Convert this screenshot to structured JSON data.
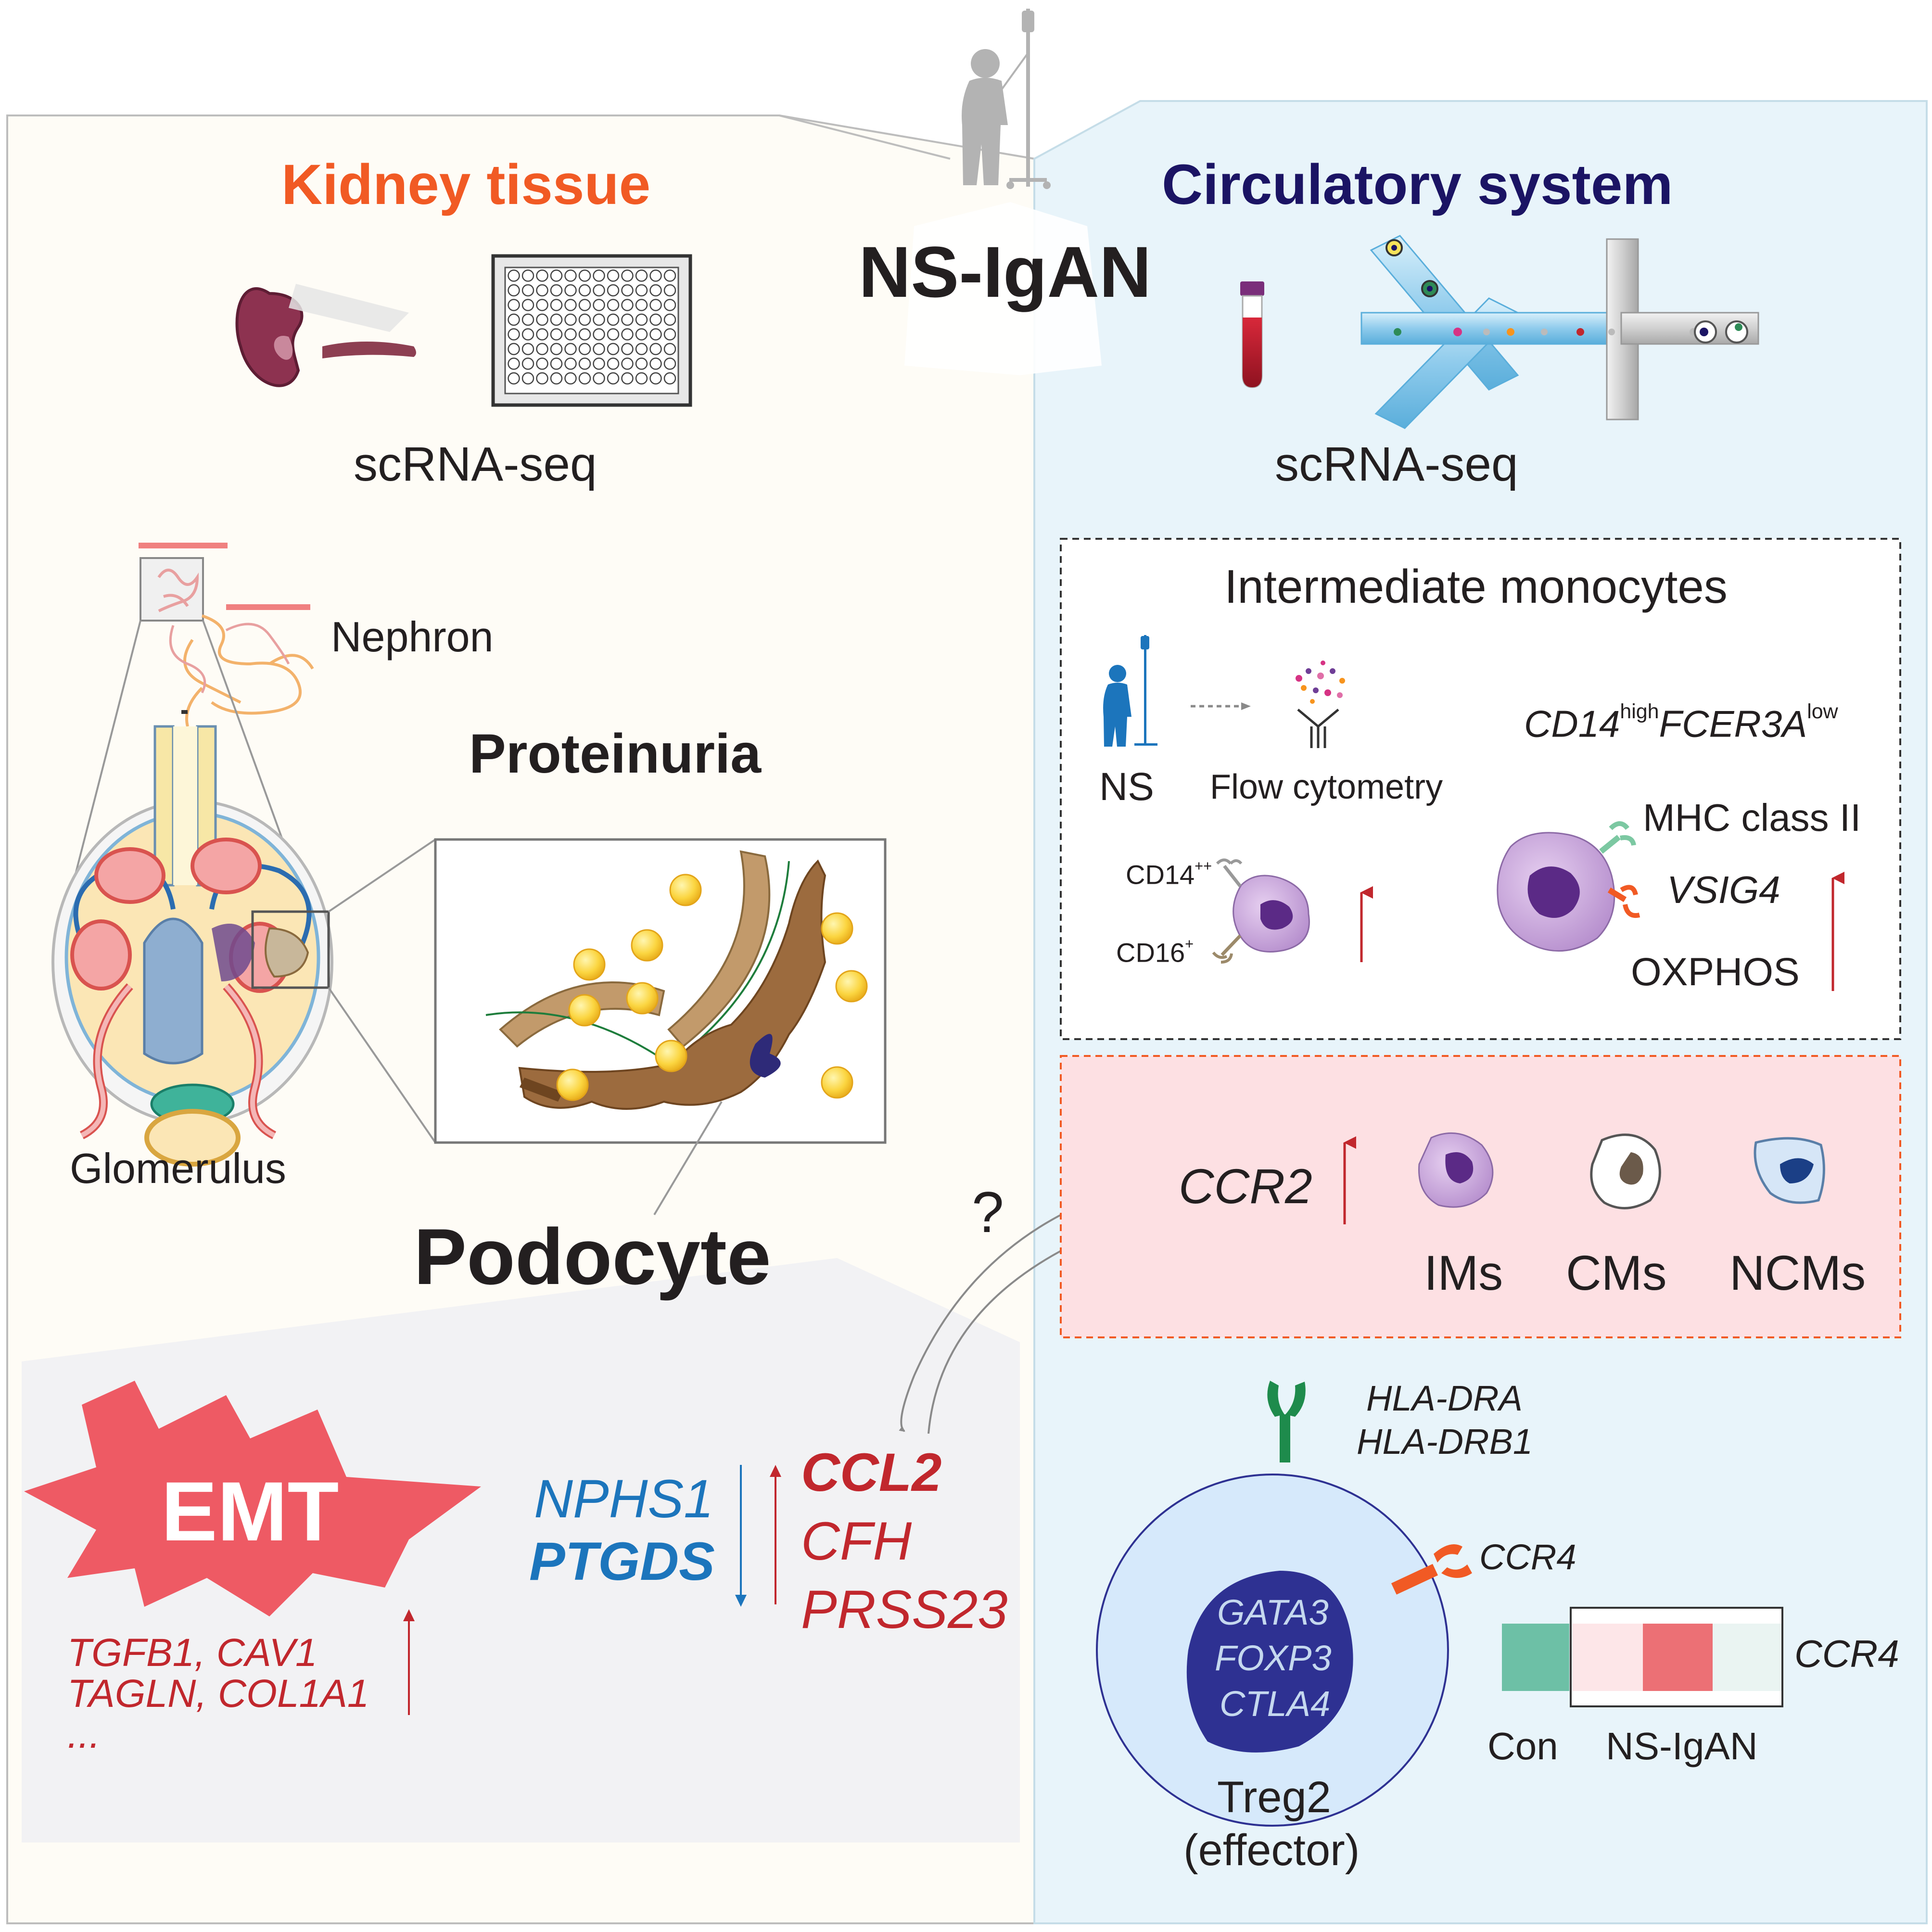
{
  "title": "NS-IgAN",
  "kidney": {
    "heading": "Kidney tissue",
    "method": "scRNA-seq",
    "nephron_label": "Nephron",
    "glomerulus_label": "Glomerulus",
    "proteinuria_label": "Proteinuria",
    "podocyte_label": "Podocyte",
    "emt_label": "EMT",
    "emt_genes": [
      "TGFB1, CAV1",
      "TAGLN, COL1A1",
      "..."
    ],
    "down_genes": [
      "NPHS1",
      "PTGDS"
    ],
    "up_genes": [
      "CCL2",
      "CFH",
      "PRSS23"
    ],
    "question_mark": "?"
  },
  "circulation": {
    "heading": "Circulatory system",
    "method": "scRNA-seq",
    "im_box": {
      "title": "Intermediate monocytes",
      "ns_label": "NS",
      "flow_label": "Flow cytometry",
      "marker_a": "CD14",
      "marker_a_sup": "high",
      "marker_b": "FCER3A",
      "marker_b_sup": "low",
      "cd14_label": "CD14",
      "cd14_sup": "++",
      "cd16_label": "CD16",
      "cd16_sup": "+",
      "features": [
        "MHC class II",
        "VSIG4",
        "OXPHOS"
      ]
    },
    "ccr2_box": {
      "gene": "CCR2",
      "cell_types": [
        "IMs",
        "CMs",
        "NCMs"
      ]
    },
    "treg": {
      "surface_genes": [
        "HLA-DRA",
        "HLA-DRB1"
      ],
      "receptor": "CCR4",
      "nuclear_genes": [
        "GATA3",
        "FOXP3",
        "CTLA4"
      ],
      "name": "Treg2",
      "subtitle": "(effector)"
    },
    "heatmap": {
      "gene": "CCR4",
      "groups": [
        "Con",
        "NS-IgAN"
      ]
    }
  },
  "colors": {
    "kidney_heading": "#f15a24",
    "circulation_heading": "#1b1464",
    "up_red": "#c1272d",
    "down_blue": "#1c75bc",
    "emt_fill": "#ee5a64",
    "treg_nucleus": "#2e3192"
  }
}
